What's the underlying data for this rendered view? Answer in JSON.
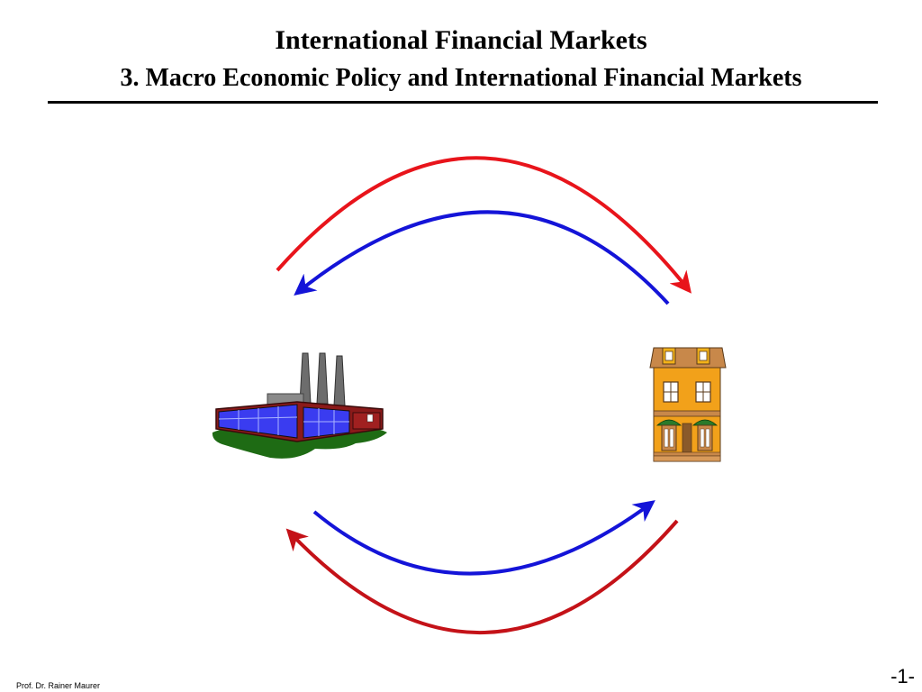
{
  "slide": {
    "title": "International Financial Markets",
    "subtitle": "3. Macro Economic Policy and International Financial Markets"
  },
  "footer": {
    "author": "Prof. Dr. Rainer Maurer",
    "page": "-1-"
  },
  "diagram": {
    "icons": [
      "factory-icon",
      "house-icon"
    ],
    "colors": {
      "top_outer_arrow": "#e8141b",
      "top_inner_arrow": "#1414d8",
      "bottom_inner_arrow": "#1414d8",
      "bottom_outer_arrow": "#c41218"
    }
  }
}
